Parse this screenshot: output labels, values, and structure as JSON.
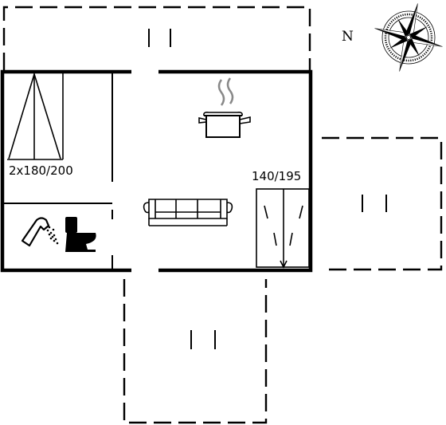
{
  "compass": {
    "north_label": "N",
    "icon": "compass-rose-icon"
  },
  "rooms": {
    "bedroom": {
      "bed_label": "2x180/200",
      "icon": "twin-bed-icon"
    },
    "bathroom": {
      "icons": [
        "shower-icon",
        "toilet-icon"
      ]
    },
    "living": {
      "sofa_bed_label": "140/195",
      "icons": [
        "cooking-pot-icon",
        "sofa-icon",
        "sofa-bed-icon"
      ]
    }
  },
  "terraces": {
    "count": 3,
    "icon": "terrace-icon"
  },
  "colors": {
    "lines": "#000000",
    "background": "#ffffff"
  }
}
